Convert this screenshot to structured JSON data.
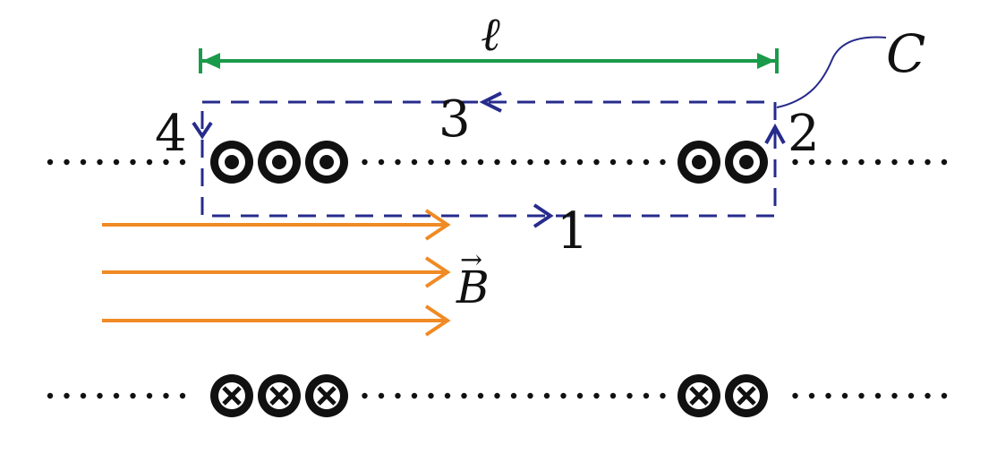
{
  "labels": {
    "length": "ℓ",
    "loop_name": "C",
    "side_1": "1",
    "side_2": "2",
    "side_3": "3",
    "side_4": "4",
    "field": "B",
    "field_arrow_mark": "→"
  },
  "top_row_current_symbol": "out-of-page-circle-dot",
  "bottom_row_current_symbol": "into-page-circle-cross",
  "top_row_wire_count_left": 3,
  "top_row_wire_count_right": 2,
  "bottom_row_wire_count_left": 3,
  "bottom_row_wire_count_right": 2,
  "field_arrow_count": 3,
  "colors": {
    "length_marker": "#1a9a4a",
    "loop": "#262b8c",
    "field_arrows": "#f08a24",
    "wires": "#111111",
    "dots": "#111111",
    "text": "#111111"
  }
}
